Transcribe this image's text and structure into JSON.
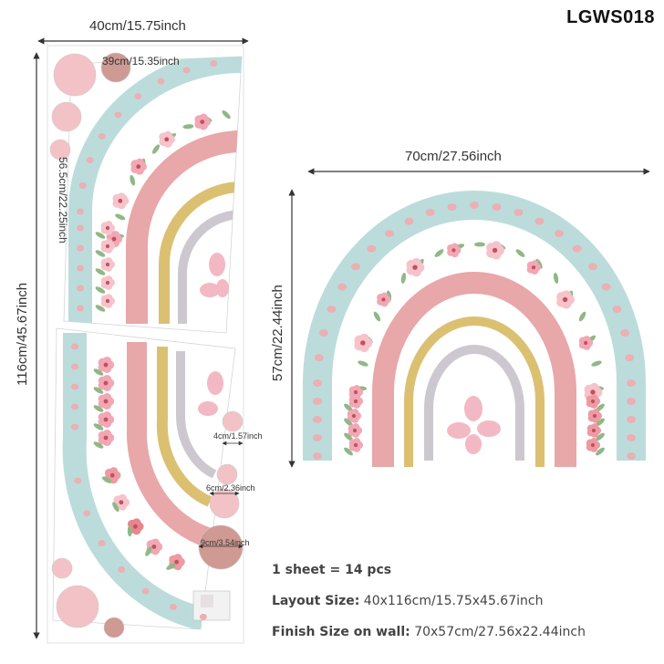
{
  "sku": "LGWS018",
  "sheet": {
    "width_label": "40cm/15.75inch",
    "height_label": "116cm/45.67inch",
    "rainbow_width_label": "39cm/15.35inch",
    "rainbow_height_label": "56.5cm/22.25inch",
    "dot_small_label": "4cm/1.57inch",
    "dot_medium_label": "6cm/2.36inch",
    "dot_large_label": "9cm/3.54inch"
  },
  "finished": {
    "width_label": "70cm/27.56inch",
    "height_label": "57cm/22.44inch"
  },
  "info": {
    "pcs_text": "1 sheet = 14 pcs",
    "layout_key": "Layout Size:",
    "layout_value": "40x116cm/15.75x45.67inch",
    "finish_key": "Finish Size on wall:",
    "finish_value": "70x57cm/27.56x22.44inch"
  },
  "colors": {
    "blue": "#bcdcdc",
    "pink_dot": "#eab0b4",
    "pink_arc": "#e8a7a9",
    "mustard": "#dcc072",
    "grey": "#cdc8cf",
    "petal": "#f2b9c4",
    "dot_light": "#f3c2c6",
    "dot_dark": "#cf9a93"
  }
}
